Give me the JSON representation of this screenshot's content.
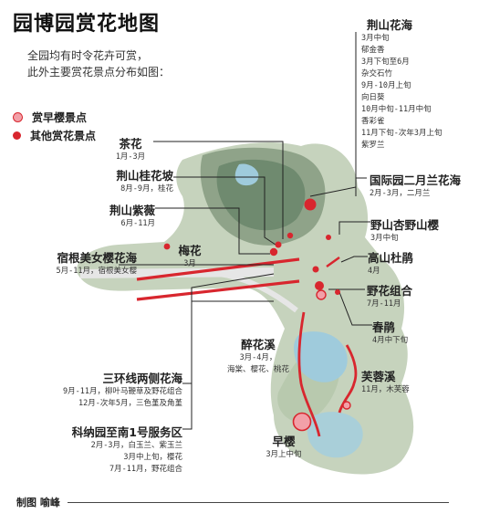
{
  "title": "园博园赏花地图",
  "intro": [
    "全园均有时令花卉可赏，",
    "此外主要赏花景点分布如图："
  ],
  "legend": [
    {
      "label": "赏早樱景点",
      "color": "#f2a0a8"
    },
    {
      "label": "其他赏花景点",
      "color": "#d8262e"
    }
  ],
  "spots": {
    "jingshan_huahai": {
      "name": "荆山花海",
      "details": [
        "3月中旬",
        "郁金香",
        "3月下旬至6月",
        "杂交石竹",
        "9月-10月上旬",
        "向日葵",
        "10月中旬-11月中旬",
        "香彩雀",
        "11月下旬-次年3月上旬",
        "紫罗兰"
      ]
    },
    "chahua": {
      "name": "茶花",
      "details": [
        "1月-3月"
      ]
    },
    "guihuapo": {
      "name": "荆山桂花坡",
      "details": [
        "8月-9月，桂花"
      ]
    },
    "ziwei": {
      "name": "荆山紫薇",
      "details": [
        "6月-11月"
      ]
    },
    "guoji": {
      "name": "国际园二月兰花海",
      "details": [
        "2月-3月，二月兰"
      ]
    },
    "xingshanying": {
      "name": "野山杏野山樱",
      "details": [
        "3月中旬"
      ]
    },
    "dujuan": {
      "name": "高山杜鹃",
      "details": [
        "4月"
      ]
    },
    "yehua": {
      "name": "野花组合",
      "details": [
        "7月-11月"
      ]
    },
    "chunjuan": {
      "name": "春鹃",
      "details": [
        "4月中下旬"
      ]
    },
    "zuihuaxi": {
      "name": "醉花溪",
      "details": [
        "3月-4月，",
        "海棠、樱花、桃花"
      ]
    },
    "furongxi": {
      "name": "芙蓉溪",
      "details": [
        "11月，木芙蓉"
      ]
    },
    "zaoying": {
      "name": "早樱",
      "details": [
        "3月上中旬"
      ]
    },
    "meihua": {
      "name": "梅花",
      "details": [
        "3月"
      ]
    },
    "suxin": {
      "name": "宿根美女樱花海",
      "details": [
        "5月-11月，宿根美女樱"
      ]
    },
    "sanhuan": {
      "name": "三环线两侧花海",
      "details": [
        "9月-11月，柳叶马鞭草及野花组合",
        "12月-次年5月，三色堇及角堇"
      ]
    },
    "kena": {
      "name": "科纳园至南1号服务区",
      "details": [
        "2月-3月，白玉兰、紫玉兰",
        "3月中上旬，樱花",
        "7月-11月，野花组合"
      ]
    }
  },
  "credit": "制图 喻峰"
}
